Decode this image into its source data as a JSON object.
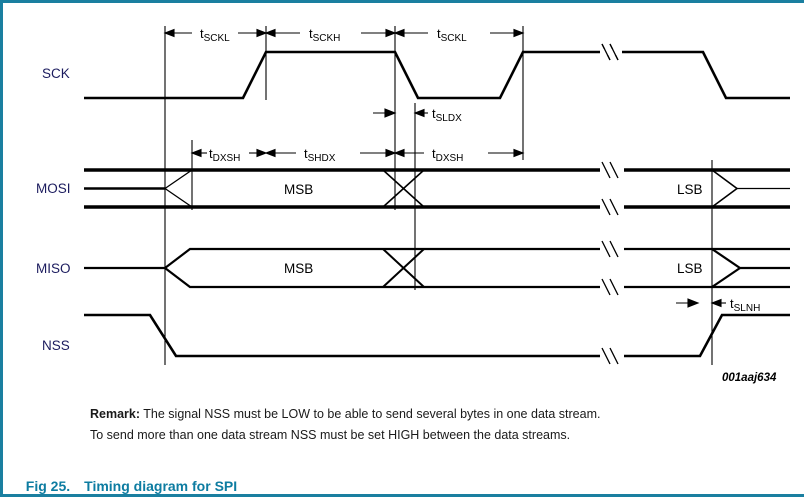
{
  "figure": {
    "caption_number": "Fig 25.",
    "caption_title": "Timing diagram for SPI",
    "figure_id": "001aaj634",
    "accent_color": "#0d7ca1",
    "border_color": "#1a7fa0",
    "line_color": "#000000"
  },
  "remark": {
    "label": "Remark:",
    "line1": " The signal NSS must be LOW to be able to send several bytes in one data stream.",
    "line2": "To send more than one data stream NSS must be set HIGH between the data streams."
  },
  "signals": {
    "sck": "SCK",
    "mosi": "MOSI",
    "miso": "MISO",
    "nss": "NSS"
  },
  "data_labels": {
    "mosi_msb": "MSB",
    "mosi_lsb": "LSB",
    "miso_msb": "MSB",
    "miso_lsb": "LSB"
  },
  "timing_params": [
    {
      "id": "t-sckl-1",
      "base": "t",
      "sub": "SCKL"
    },
    {
      "id": "t-sckh",
      "base": "t",
      "sub": "SCKH"
    },
    {
      "id": "t-sckl-2",
      "base": "t",
      "sub": "SCKL"
    },
    {
      "id": "t-sldx",
      "base": "t",
      "sub": "SLDX"
    },
    {
      "id": "t-dxsh-1",
      "base": "t",
      "sub": "DXSH"
    },
    {
      "id": "t-shdx",
      "base": "t",
      "sub": "SHDX"
    },
    {
      "id": "t-dxsh-2",
      "base": "t",
      "sub": "DXSH"
    },
    {
      "id": "t-slnh",
      "base": "t",
      "sub": "SLNH"
    }
  ],
  "chart_data": {
    "type": "line",
    "title": "Timing diagram for SPI",
    "xlabel": "",
    "ylabel": "",
    "description": "SPI timing waveform diagram showing SCK clock, MOSI and MISO data buses, and NSS chip-select.",
    "waveform_rows": [
      {
        "name": "SCK",
        "style": "clock",
        "initial": "low",
        "transitions": [
          "rise",
          "fall",
          "rise",
          "fall"
        ],
        "break_mark": true
      },
      {
        "name": "MOSI",
        "style": "data-bus",
        "bits": [
          "MSB",
          "LSB"
        ],
        "thick": true,
        "break_mark": true
      },
      {
        "name": "MISO",
        "style": "data-bus",
        "bits": [
          "MSB",
          "LSB"
        ],
        "thick": false,
        "break_mark": true
      },
      {
        "name": "NSS",
        "style": "level",
        "initial": "high",
        "transitions": [
          "fall",
          "rise"
        ],
        "break_mark": true
      }
    ],
    "measurements": [
      "tSCKL",
      "tSCKH",
      "tSCKL",
      "tSLDX",
      "tDXSH",
      "tSHDX",
      "tDXSH",
      "tSLNH"
    ],
    "grid": false,
    "legend": "none"
  }
}
